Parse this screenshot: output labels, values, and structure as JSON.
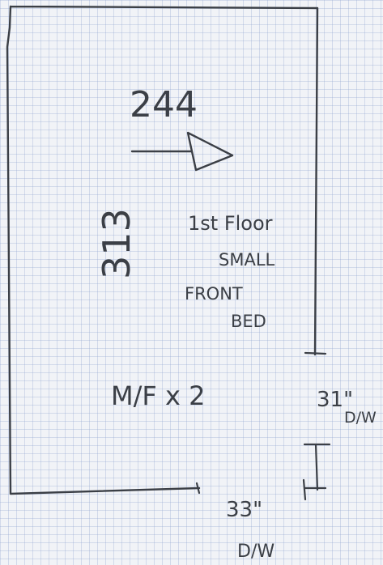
{
  "dimensions": {
    "width_label": "244",
    "depth_label": "313"
  },
  "room_notes": {
    "line1": "1st Floor",
    "line2": "SMALL",
    "line3": "FRONT",
    "line4": "BED"
  },
  "occupancy": "M/F x 2",
  "windows": {
    "side": {
      "size": "31\"",
      "type": "D/W"
    },
    "bottom": {
      "size": "33\"",
      "type": "D/W"
    }
  },
  "colors": {
    "ink": "#3b3f46",
    "paper": "#f1f3f7",
    "grid": "#96aad2"
  }
}
